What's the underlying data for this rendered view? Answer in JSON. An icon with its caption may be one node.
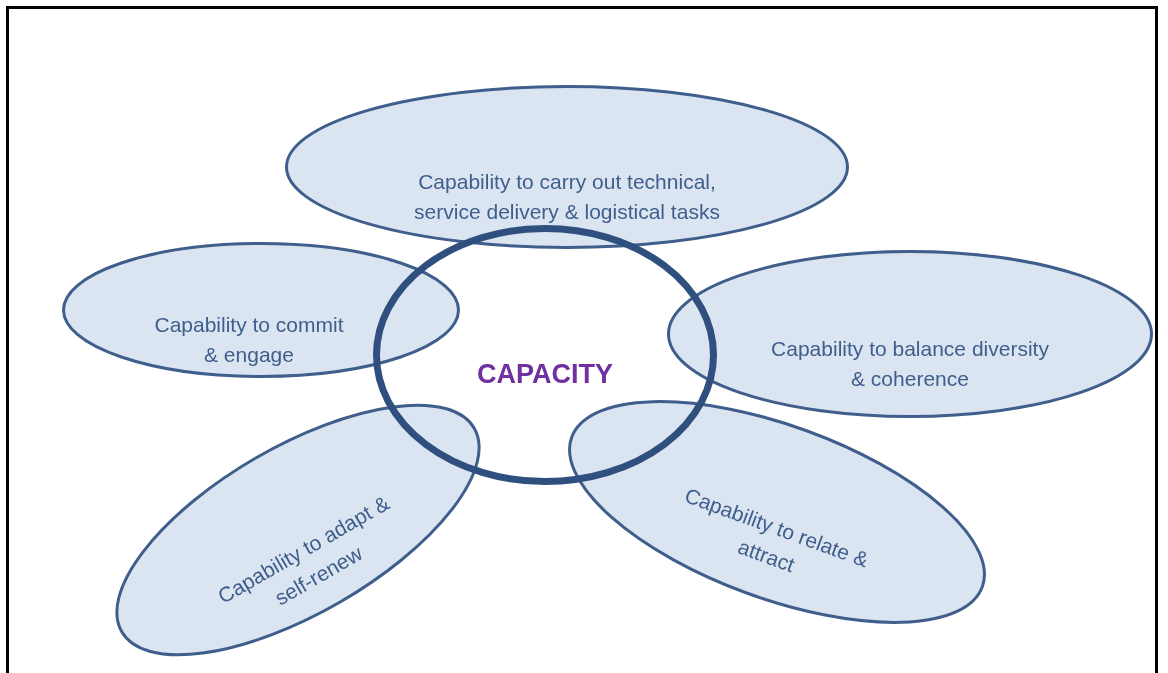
{
  "diagram": {
    "nodes": [
      {
        "text": [
          "Capability to carry out technical, service delivery & logistical tasks"
        ]
      },
      {
        "text": [
          "Capability to commit & engage"
        ]
      },
      {
        "text": [
          "CAPACITY"
        ]
      },
      {
        "text": [
          "Capability to balance diversity & coherence"
        ]
      },
      {
        "text": [
          "Capability to adapt & self-renew"
        ]
      },
      {
        "text": [
          "Capability to relate & attract"
        ]
      }
    ],
    "edges": []
  }
}
